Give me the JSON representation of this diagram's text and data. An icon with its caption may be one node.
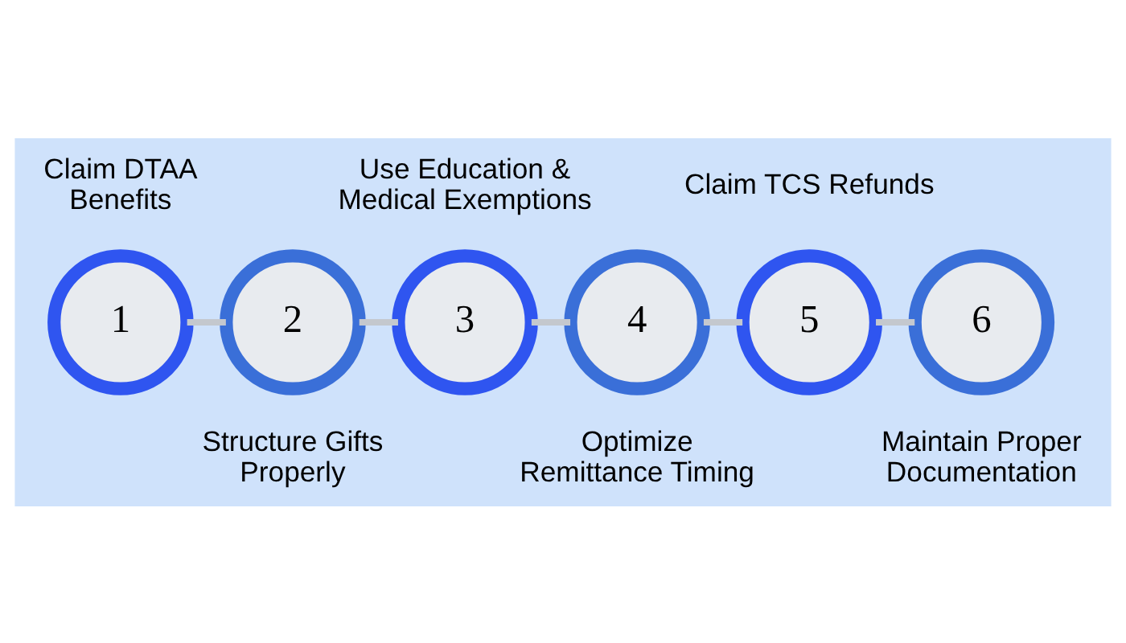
{
  "diagram": {
    "nodes": [
      {
        "text": [
          "1"
        ],
        "beside": [
          "Claim DTAA Benefits"
        ]
      },
      {
        "text": [
          "2"
        ],
        "beside": [
          "Structure Gifts Properly"
        ]
      },
      {
        "text": [
          "3"
        ],
        "beside": [
          "Use Education & Medical Exemptions"
        ]
      },
      {
        "text": [
          "4"
        ],
        "beside": [
          "Optimize Remittance Timing"
        ]
      },
      {
        "text": [
          "5"
        ],
        "beside": [
          "Claim TCS Refunds"
        ]
      },
      {
        "text": [
          "6"
        ],
        "beside": [
          "Maintain Proper Documentation"
        ]
      }
    ],
    "edges": [
      {
        "from": 0,
        "to": 1,
        "arrow": "none"
      },
      {
        "from": 1,
        "to": 2,
        "arrow": "none"
      },
      {
        "from": 2,
        "to": 3,
        "arrow": "none"
      },
      {
        "from": 3,
        "to": 4,
        "arrow": "none"
      },
      {
        "from": 4,
        "to": 5,
        "arrow": "none"
      }
    ]
  }
}
